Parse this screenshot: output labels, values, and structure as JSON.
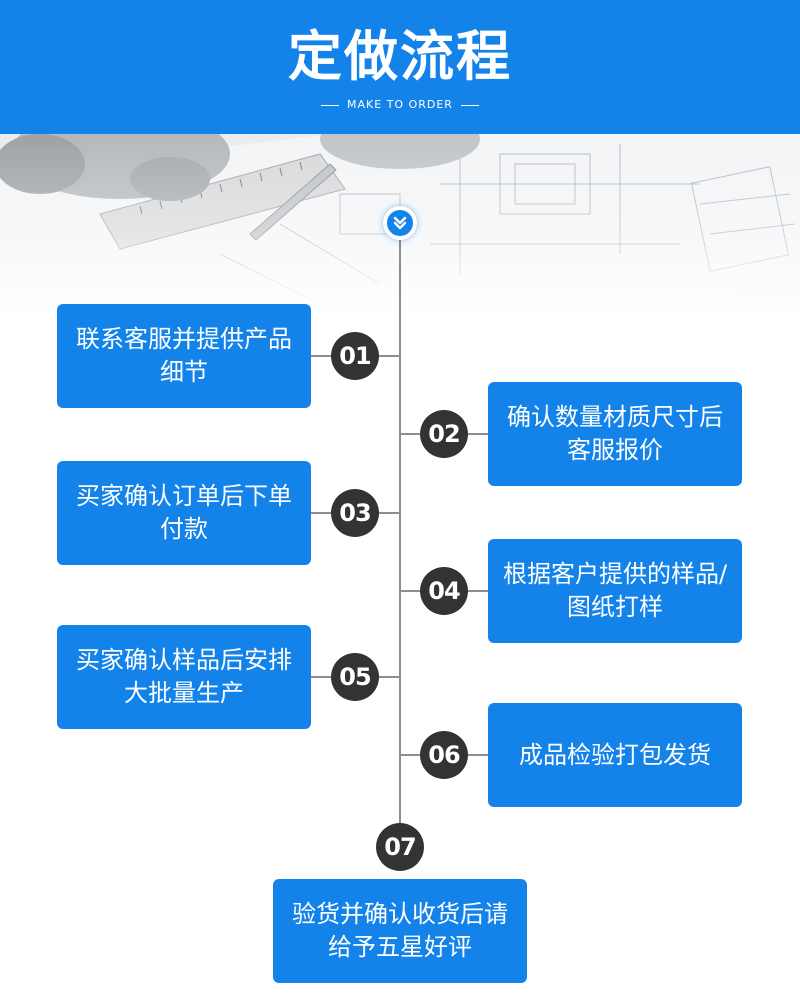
{
  "header": {
    "title": "定做流程",
    "subtitle": "MAKE TO ORDER"
  },
  "colors": {
    "brand_blue": "#1383ea",
    "number_circle": "#333333",
    "line_gray": "#8e8e8e"
  },
  "top_icon": "double-chevron-down-icon",
  "steps": [
    {
      "number": "01",
      "text": "联系客服并提供产品细节"
    },
    {
      "number": "02",
      "text": "确认数量材质尺寸后客服报价"
    },
    {
      "number": "03",
      "text": "买家确认订单后下单付款"
    },
    {
      "number": "04",
      "text": "根据客户提供的样品/图纸打样"
    },
    {
      "number": "05",
      "text": "买家确认样品后安排大批量生产"
    },
    {
      "number": "06",
      "text": "成品检验打包发货"
    },
    {
      "number": "07",
      "text": "验货并确认收货后请给予五星好评"
    }
  ]
}
